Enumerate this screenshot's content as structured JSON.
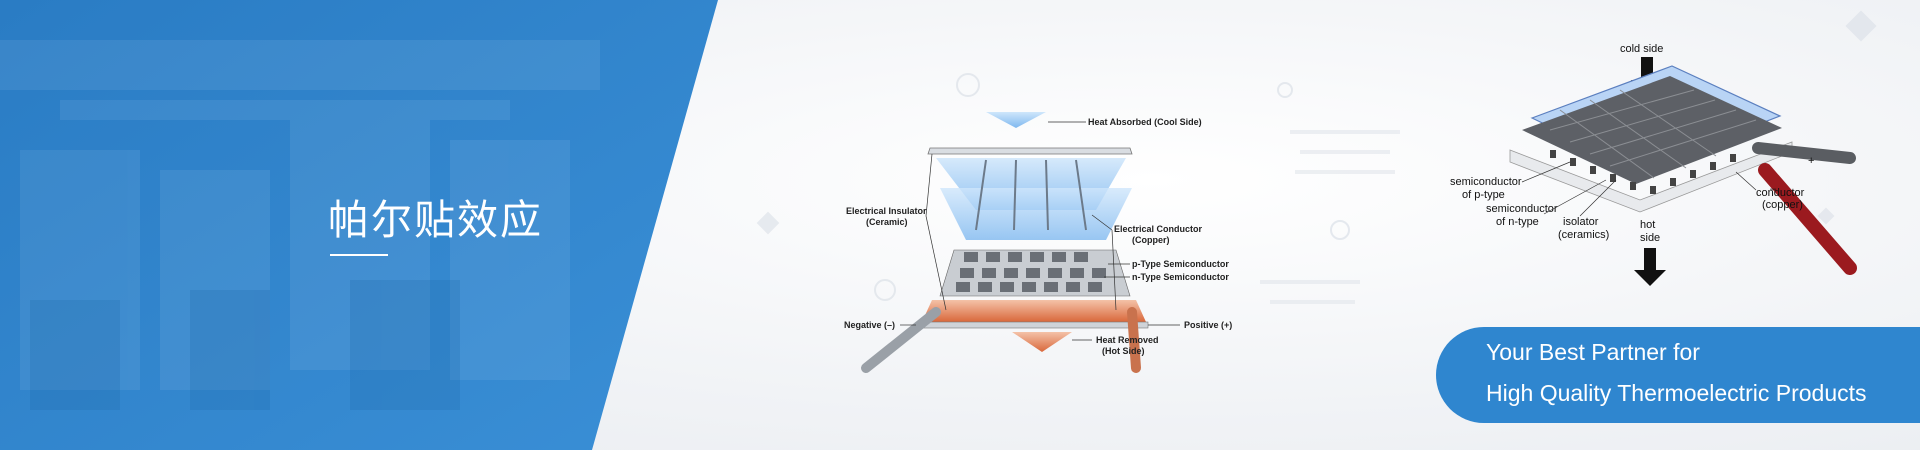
{
  "hero": {
    "title": "帕尔贴效应",
    "tagline_line1": "Your Best Partner for",
    "tagline_line2": "High Quality Thermoelectric Products"
  },
  "diagram_left": {
    "heat_absorbed": "Heat Absorbed (Cool Side)",
    "electrical_insulator": "Electrical Insulator",
    "electrical_insulator_sub": "(Ceramic)",
    "electrical_conductor": "Electrical Conductor",
    "electrical_conductor_sub": "(Copper)",
    "p_type": "p-Type Semiconductor",
    "n_type": "n-Type Semiconductor",
    "negative": "Negative (–)",
    "positive": "Positive (+)",
    "heat_removed": "Heat Removed",
    "heat_removed_sub": "(Hot Side)"
  },
  "diagram_right": {
    "cold_side": "cold side",
    "semi_p_1": "semiconductor",
    "semi_p_2": "of p-type",
    "semi_n_1": "semiconductor",
    "semi_n_2": "of n-type",
    "isolator_1": "isolator",
    "isolator_2": "(ceramics)",
    "hot_1": "hot",
    "hot_2": "side",
    "conductor_1": "conductor",
    "conductor_2": "(copper)",
    "plus": "+",
    "minus": "–"
  },
  "colors": {
    "brand_blue": "#2f86cf",
    "panel_blue": "#2d7fc6"
  }
}
